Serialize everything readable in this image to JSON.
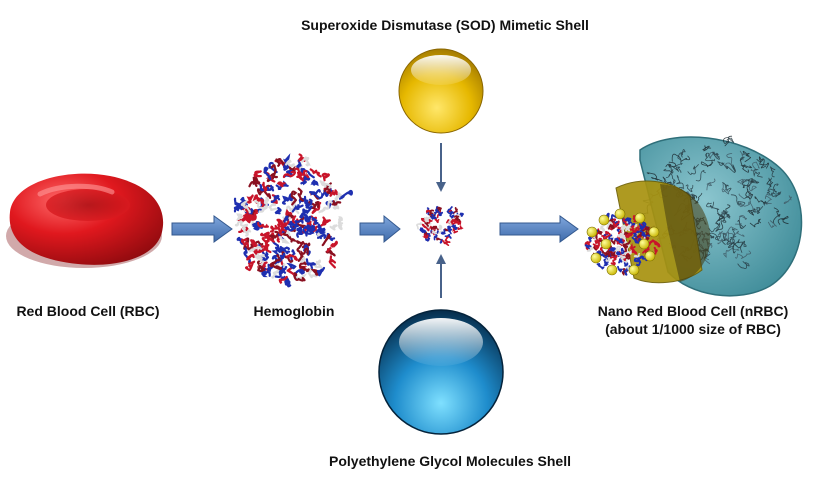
{
  "labels": {
    "sod_shell": "Superoxide Dismutase (SOD) Mimetic Shell",
    "rbc": "Red Blood Cell (RBC)",
    "hemoglobin": "Hemoglobin",
    "nrbc_line1": "Nano Red Blood Cell (nRBC)",
    "nrbc_line2": "(about 1/1000 size of RBC)",
    "peg_shell": "Polyethylene Glycol Molecules Shell"
  },
  "colors": {
    "rbc": "#d0141a",
    "sod_sphere": "#e3b400",
    "peg_sphere": "#1d87c8",
    "protein_red": "#c8142a",
    "protein_blue": "#1e2fb0",
    "arrow": "#5b86c4",
    "outer_shell": "#5fa8b5",
    "inner_shell": "#b39a14"
  }
}
